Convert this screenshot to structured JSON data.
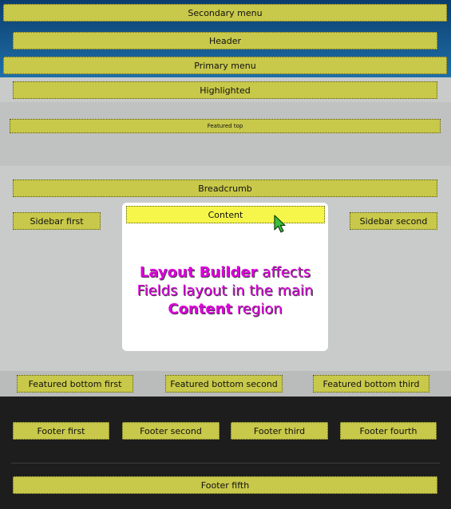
{
  "regions": {
    "secondary_menu": "Secondary menu",
    "header": "Header",
    "primary_menu": "Primary menu",
    "highlighted": "Highlighted",
    "featured_top": "Featured top",
    "breadcrumb": "Breadcrumb",
    "sidebar_first": "Sidebar first",
    "content": "Content",
    "sidebar_second": "Sidebar second",
    "featured_bottom_first": "Featured bottom first",
    "featured_bottom_second": "Featured bottom second",
    "featured_bottom_third": "Featured bottom third",
    "footer_first": "Footer first",
    "footer_second": "Footer second",
    "footer_third": "Footer third",
    "footer_fourth": "Footer fourth",
    "footer_fifth": "Footer fifth"
  },
  "note": {
    "line1_bold": "Layout Builder",
    "line1_rest": " affects",
    "line2": "Fields layout in the main",
    "line3_bold": "Content",
    "line3_rest": " region"
  },
  "colors": {
    "region_fill": "#c8c84a",
    "content_label_fill": "#f6f64a",
    "note_text": "#dd00dd",
    "header_band": "#1f6fa8",
    "footer_band": "#1d1d1d"
  },
  "icons": {
    "pointer": "cursor-arrow-icon"
  }
}
